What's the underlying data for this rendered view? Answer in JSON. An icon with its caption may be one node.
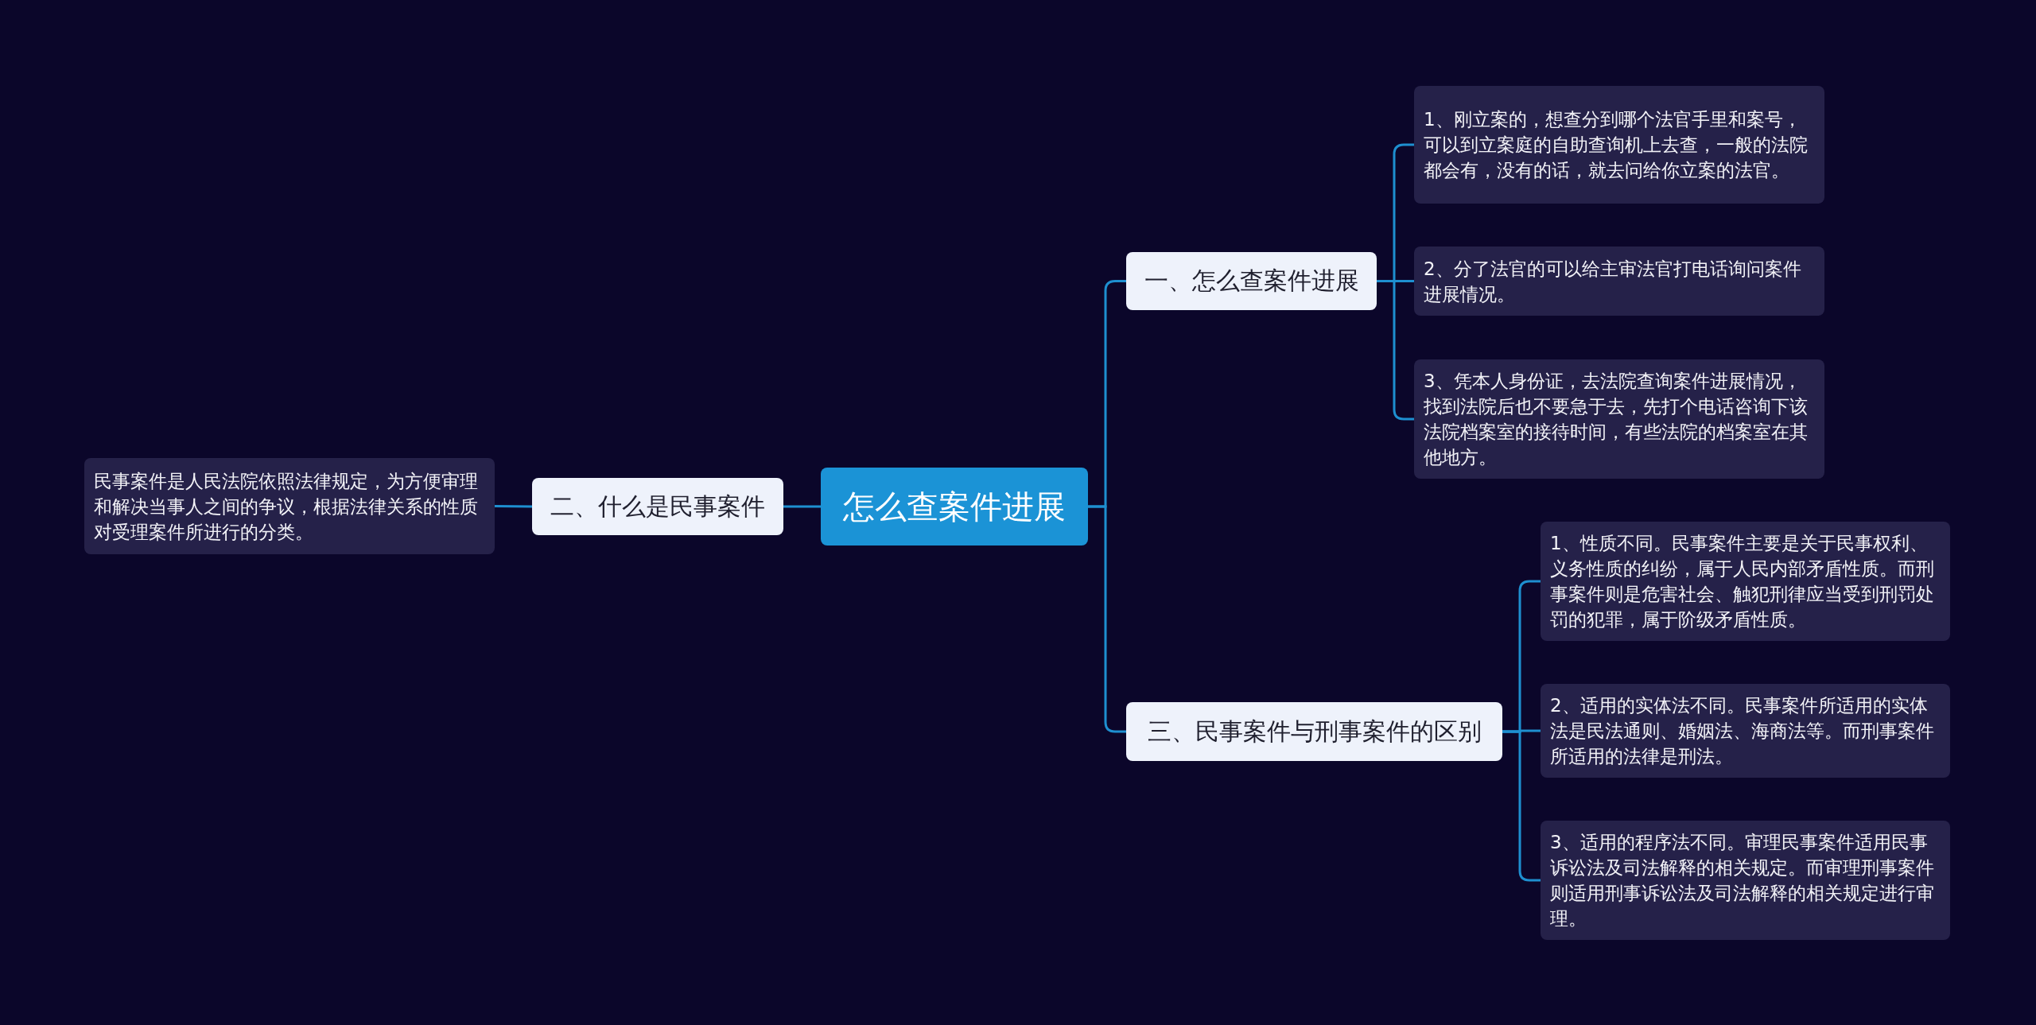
{
  "diagram": {
    "nodes": [
      {
        "text": [
          "怎么查案件进展"
        ]
      },
      {
        "text": [
          "一、怎么查案件进展"
        ]
      },
      {
        "text": [
          "1、刚立案的，想查分到哪个法官手里和案号，可以到立案庭的自助查询机上去查，一般的法院都会有，没有的话，就去问给你立案的法官。"
        ]
      },
      {
        "text": [
          "2、分了法官的可以给主审法官打电话询问案件进展情况。"
        ]
      },
      {
        "text": [
          "3、凭本人身份证，去法院查询案件进展情况，找到法院后也不要急于去，先打个电话咨询下该法院档案室的接待时间，有些法院的档案室在其他地方。"
        ]
      },
      {
        "text": [
          "二、什么是民事案件"
        ]
      },
      {
        "text": [
          "民事案件是人民法院依照法律规定，为方便审理和解决当事人之间的争议，根据法律关系的性质对受理案件所进行的分类。"
        ]
      },
      {
        "text": [
          "三、民事案件与刑事案件的区别"
        ]
      },
      {
        "text": [
          "1、性质不同。民事案件主要是关于民事权利、义务性质的纠纷，属于人民内部矛盾性质。而刑事案件则是危害社会、触犯刑律应当受到刑罚处罚的犯罪，属于阶级矛盾性质。"
        ]
      },
      {
        "text": [
          "2、适用的实体法不同。民事案件所适用的实体法是民法通则、婚姻法、海商法等。而刑事案件所适用的法律是刑法。"
        ]
      },
      {
        "text": [
          "3、适用的程序法不同。审理民事案件适用民事诉讼法及司法解释的相关规定。而审理刑事案件则适用刑事诉讼法及司法解释的相关规定进行审理。"
        ]
      }
    ],
    "edges": [
      {
        "from": 0,
        "to": 1,
        "arrow": "none"
      },
      {
        "from": 1,
        "to": 2,
        "arrow": "none"
      },
      {
        "from": 1,
        "to": 3,
        "arrow": "none"
      },
      {
        "from": 1,
        "to": 4,
        "arrow": "none"
      },
      {
        "from": 0,
        "to": 5,
        "arrow": "none"
      },
      {
        "from": 5,
        "to": 6,
        "arrow": "none"
      },
      {
        "from": 0,
        "to": 7,
        "arrow": "none"
      },
      {
        "from": 7,
        "to": 8,
        "arrow": "none"
      },
      {
        "from": 7,
        "to": 9,
        "arrow": "none"
      },
      {
        "from": 7,
        "to": 10,
        "arrow": "none"
      }
    ]
  }
}
